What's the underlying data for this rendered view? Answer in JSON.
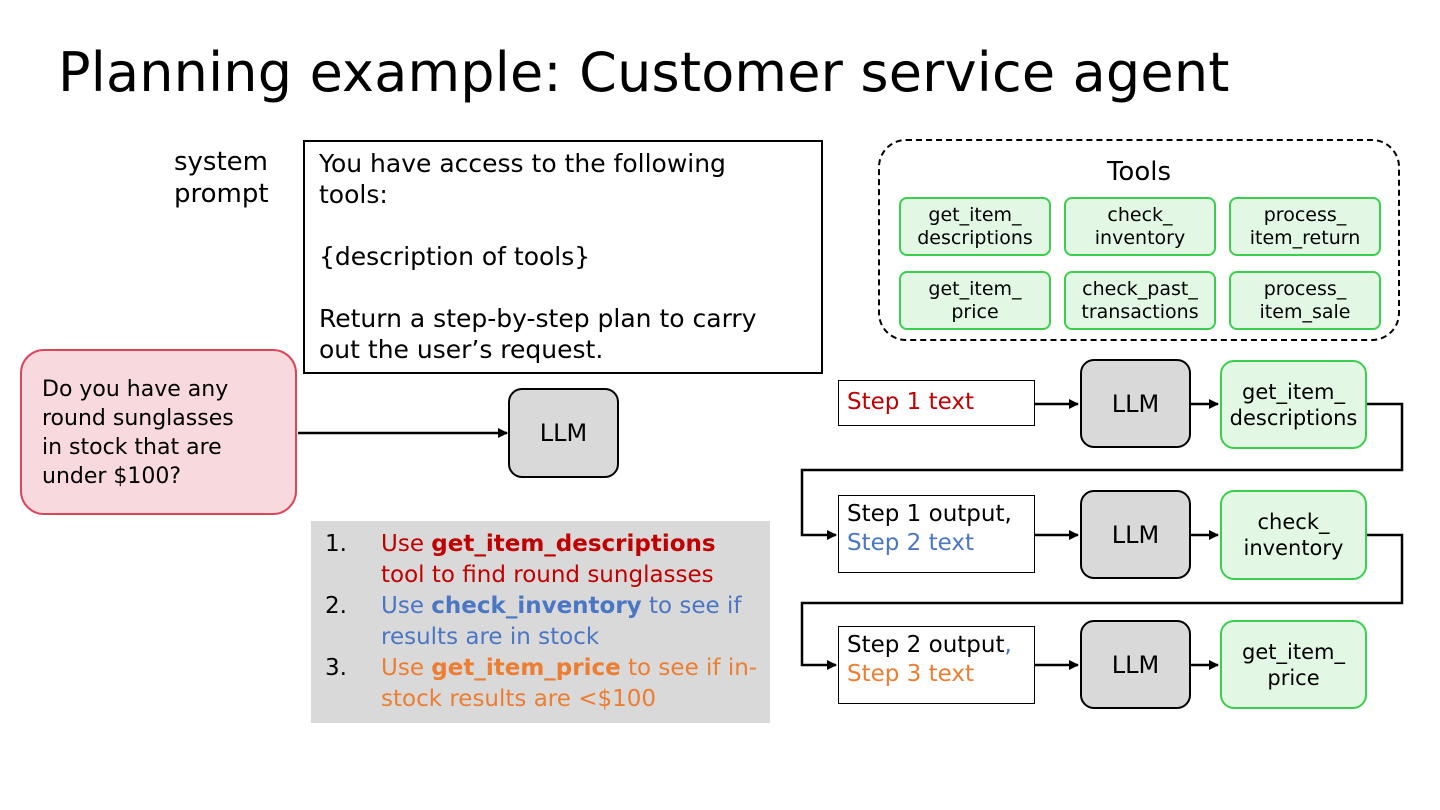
{
  "title": "Planning example: Customer service agent",
  "system_label": [
    "system",
    "prompt"
  ],
  "system_prompt": {
    "line1": "You have access to the following",
    "line2": "tools:",
    "line3": "{description of tools}",
    "line4": "Return a step-by-step plan to carry",
    "line5": "out the user’s request."
  },
  "user_query": [
    "Do you have any",
    "round sunglasses",
    "in stock that are",
    "under $100?"
  ],
  "llm_label": "LLM",
  "plan": [
    {
      "num": "1.",
      "pre": "Use ",
      "tool": "get_item_descriptions",
      "post": " tool to find round sunglasses",
      "color": "#c00000"
    },
    {
      "num": "2.",
      "pre": "Use ",
      "tool": "check_inventory",
      "post": " to see if results are in stock",
      "color": "#4a76c4"
    },
    {
      "num": "3.",
      "pre": "Use ",
      "tool": "get_item_price",
      "post": " to see if in-stock results are <$100",
      "color": "#ed7d31"
    }
  ],
  "tools": {
    "title": "Tools",
    "items": [
      [
        "get_item_",
        "descriptions"
      ],
      [
        "check_",
        "inventory"
      ],
      [
        "process_",
        "item_return"
      ],
      [
        "get_item_",
        "price"
      ],
      [
        "check_past_",
        "transactions"
      ],
      [
        "process_",
        "item_sale"
      ]
    ]
  },
  "steps": [
    {
      "output": "",
      "text": "Step 1 text",
      "color": "#c00000",
      "tool": [
        "get_item_",
        "descriptions"
      ]
    },
    {
      "output": "Step 1 output,",
      "text": "Step 2 text",
      "color": "#4a76c4",
      "tool": [
        "check_",
        "inventory"
      ]
    },
    {
      "output": "Step 2 output",
      "comma": ",",
      "text": "Step 3 text",
      "color": "#ed7d31",
      "tool": [
        "get_item_",
        "price"
      ]
    }
  ],
  "colors": {
    "user_fill": "#f7d9de",
    "user_border": "#d9485a",
    "tool_fill": "#e2f8e5",
    "tool_border": "#3ccf4e",
    "llm_fill": "#d9d9d9",
    "plan_fill": "#d9d9d9"
  }
}
